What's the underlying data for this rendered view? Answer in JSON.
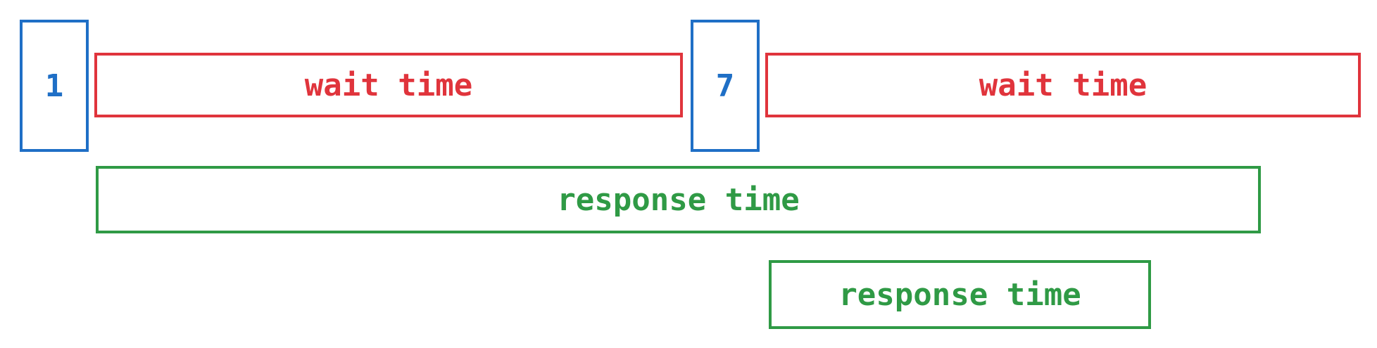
{
  "diagram": {
    "markers": [
      {
        "label": "1",
        "color": "#1f6fc6"
      },
      {
        "label": "7",
        "color": "#1f6fc6"
      }
    ],
    "wait_bars": [
      {
        "label": "wait time",
        "color": "#e0343c"
      },
      {
        "label": "wait time",
        "color": "#e0343c"
      }
    ],
    "response_bars": [
      {
        "label": "response time",
        "color": "#2f9a45"
      },
      {
        "label": "response time",
        "color": "#2f9a45"
      }
    ]
  }
}
